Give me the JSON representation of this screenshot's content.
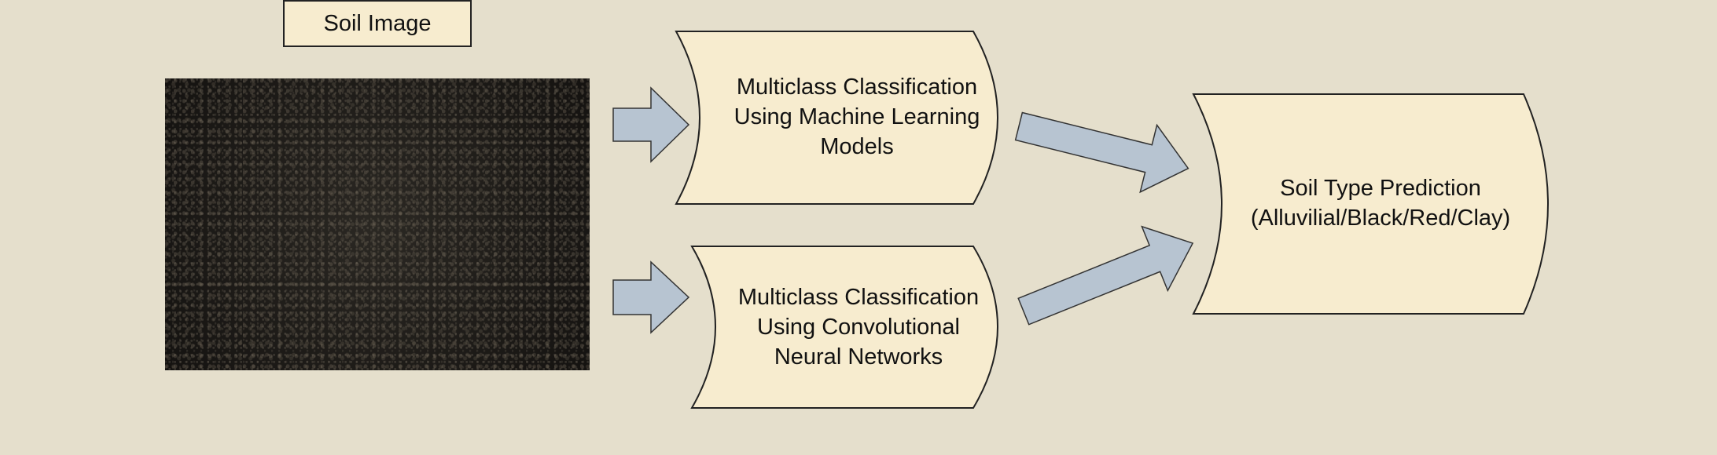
{
  "diagram": {
    "soil_image_label": "Soil Image",
    "ml_box_text": "Multiclass Classification\nUsing Machine Learning\nModels",
    "cnn_box_text": "Multiclass Classification\nUsing Convolutional\nNeural Networks",
    "output_box_text": "Soil Type Prediction\n(Alluvilial/Black/Red/Clay)"
  },
  "colors": {
    "background": "#e5dfcc",
    "box_fill": "#f7eccf",
    "arrow_fill": "#b7c4d1",
    "stroke": "#222222",
    "soil": "#1c1a17"
  }
}
